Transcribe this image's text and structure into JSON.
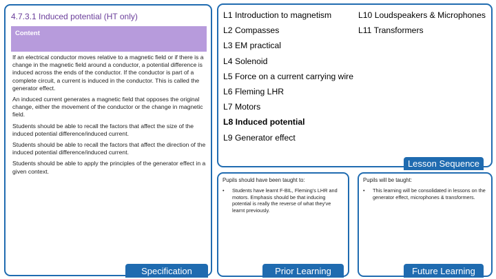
{
  "specification": {
    "heading": "4.7.3.1 Induced potential (HT only)",
    "content_label": "Content",
    "paragraphs": [
      "If an electrical conductor moves relative to a magnetic field or if there is a change in the magnetic field around a conductor, a potential difference is induced across the ends of the conductor. If the conductor is part of a complete circuit, a current is induced in the conductor. This is called the generator effect.",
      "An induced current generates a magnetic field that opposes the original change, either the movement of the conductor or the change in magnetic field.",
      "Students should be able to recall the factors that affect the size of the induced potential difference/induced current.",
      "Students should be able to recall the factors that affect the direction of the induced potential difference/induced current.",
      "Students should be able to apply the principles of the generator effect in a given context."
    ],
    "tab_label": "Specification"
  },
  "lesson_sequence": {
    "tab_label": "Lesson Sequence",
    "column1": [
      "L1 Introduction to magnetism",
      "L2 Compasses",
      "L3 EM practical",
      "L4 Solenoid",
      "L5 Force on a current carrying wire",
      "L6 Fleming LHR",
      "L7 Motors",
      "L8 Induced potential",
      "L9 Generator effect"
    ],
    "column2": [
      "L10 Loudspeakers & Microphones",
      "L11 Transformers"
    ],
    "current_lesson": "L8 Induced potential"
  },
  "prior_learning": {
    "title": "Pupils should have been taught to:",
    "bullets": [
      "Students have learnt F-BIL, Fleming's LHR and motors. Emphasis should be that inducing potential is really the reverse of what they've learnt previously."
    ],
    "tab_label": "Prior Learning"
  },
  "future_learning": {
    "title": "Pupils will be taught:",
    "bullets": [
      "This learning will be consolidated in lessons on the generator effect, microphones & transformers."
    ],
    "tab_label": "Future Learning"
  },
  "colors": {
    "panel_border": "#1f6bb0",
    "tab_background": "#1f6bb0",
    "heading_purple": "#6a3d9a",
    "content_bar": "#b79bdc"
  }
}
